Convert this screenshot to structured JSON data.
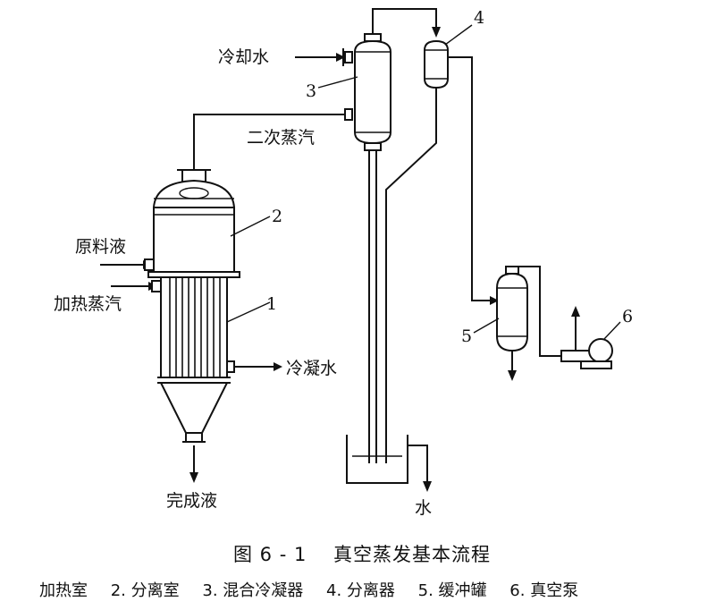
{
  "labels": {
    "cooling_water": "冷却水",
    "secondary_steam": "二次蒸汽",
    "feed_liquid": "原料液",
    "heating_steam": "加热蒸汽",
    "condensate_water": "冷凝水",
    "product_liquid": "完成液",
    "water": "水"
  },
  "numbers": {
    "n1": "1",
    "n2": "2",
    "n3": "3",
    "n4": "4",
    "n5": "5",
    "n6": "6"
  },
  "caption": {
    "title": "图 6 - 1　 真空蒸发基本流程",
    "legend": [
      "加热室",
      "2. 分离室",
      "3. 混合冷凝器",
      "4. 分离器",
      "5. 缓冲罐",
      "6. 真空泵"
    ]
  }
}
